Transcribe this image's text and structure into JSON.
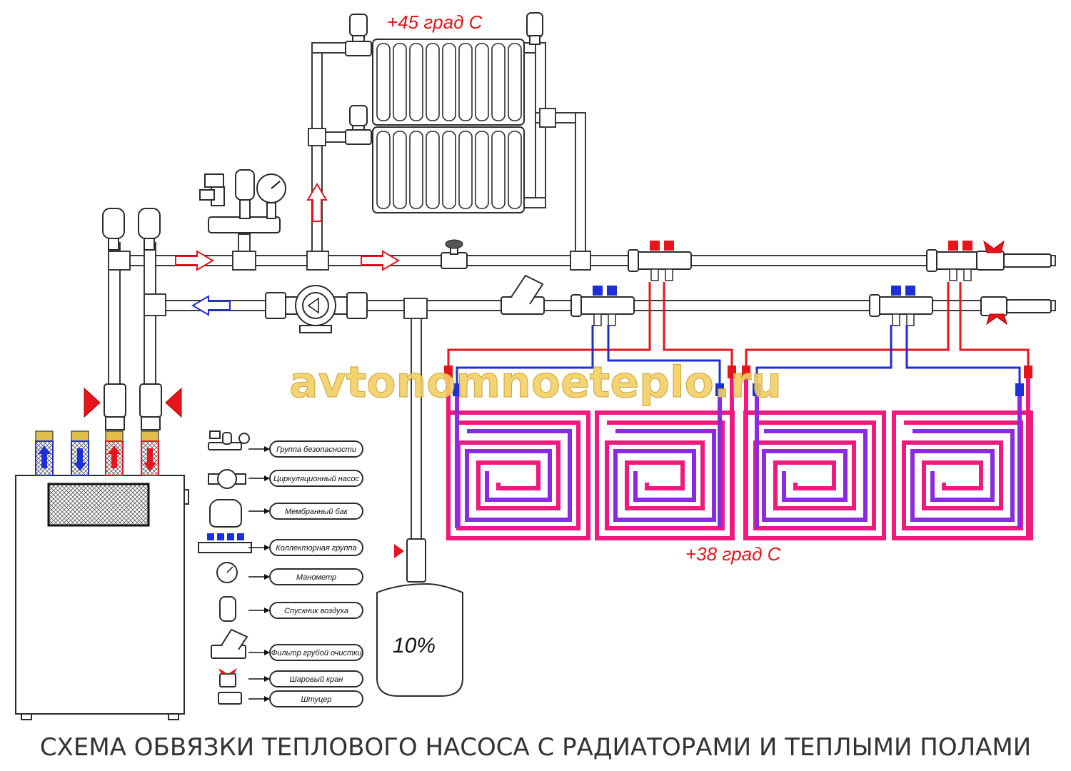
{
  "diagram": {
    "caption": "СХЕМА ОБВЯЗКИ ТЕПЛОВОГО НАСОСА С РАДИАТОРАМИ И ТЕПЛЫМИ ПОЛАМИ",
    "watermark": "avtonomnoeteplo.ru",
    "radiator_temperature": "+45  град С",
    "floor_temperature": "+38  град С",
    "tank_percent": "10%",
    "colors": {
      "supply": "#e8141c",
      "return": "#1d2fd6",
      "loop_hot": "#f0197d",
      "loop_cold": "#8a2be2",
      "pipe_stroke": "#3a3a3a"
    }
  },
  "legend": {
    "safety_group": "Группа безопасности",
    "circulation_pump": "Циркуляционный насос",
    "membrane_tank": "Мембранный бак",
    "manifold_group": "Коллекторная группа",
    "manometer": "Манометр",
    "air_vent": "Спускник воздуха",
    "coarse_filter": "Фильтр грубой очистки",
    "ball_valve": "Шаровый кран",
    "fitting": "Штуцер"
  }
}
